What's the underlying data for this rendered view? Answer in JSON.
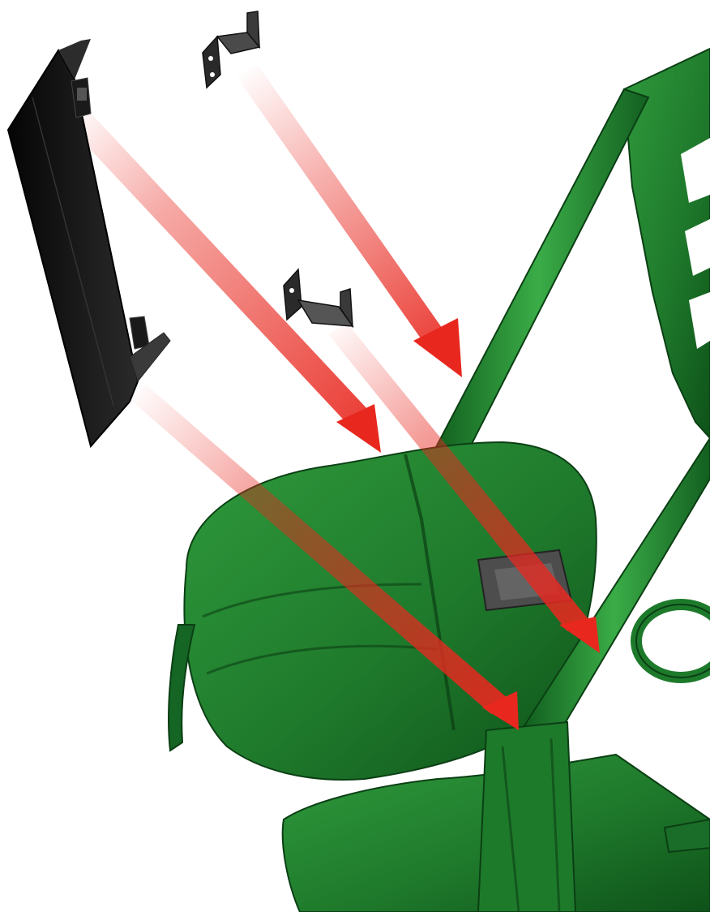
{
  "figure": {
    "kind": "exploded assembly illustration",
    "colors": {
      "background": "#ffffff",
      "vehicle_body": "#1f7a2c",
      "vehicle_body_dark": "#0d4a18",
      "vehicle_body_light": "#3fae4a",
      "part": "#1a1a1a",
      "bracket": "#3a3a3a",
      "arrow": "#e8281f"
    },
    "parts": [
      {
        "name": "panel",
        "icon": "panel-icon"
      },
      {
        "name": "bracket-top",
        "icon": "bracket-icon"
      },
      {
        "name": "bracket-middle",
        "icon": "bracket-icon"
      }
    ],
    "arrows": [
      {
        "name": "arrow-bracket-top-to-rollbar"
      },
      {
        "name": "arrow-panel-top-to-seat"
      },
      {
        "name": "arrow-bracket-middle-to-console"
      },
      {
        "name": "arrow-panel-bottom-to-floor"
      }
    ]
  }
}
